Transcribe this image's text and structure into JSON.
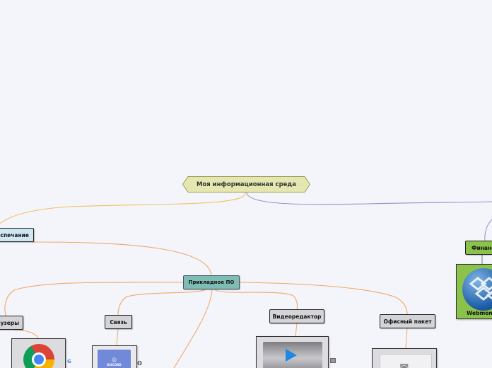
{
  "map": {
    "root": "Моя информационная среда",
    "software": "еспечание",
    "applied": "Прикладное ПО",
    "browsers": "узеры",
    "communication": "Связь",
    "video_editor": "Видеоредактор",
    "office_suite": "Офисный пакет",
    "finance": "Финанс",
    "webmoney": "Webmone",
    "discord_word": "DISCORD"
  },
  "colors": {
    "background": "#f4f5fb",
    "link_root_left": "#f0c060",
    "link_root_right": "#9a8fc8",
    "link_applied": "#f0a868",
    "root_fill": "#e4e8b0",
    "root_border": "#9a9a58",
    "applied_fill": "#7fbcb4",
    "software_fill": "#cfe7f3",
    "leaf_fill": "#d4d4d8",
    "finance_fill": "#8bc34a"
  },
  "icons": [
    "chrome-logo-icon",
    "google-g-icon",
    "discord-logo-icon",
    "globe-icon",
    "play-icon",
    "camera-icon",
    "webmoney-logo-icon"
  ]
}
